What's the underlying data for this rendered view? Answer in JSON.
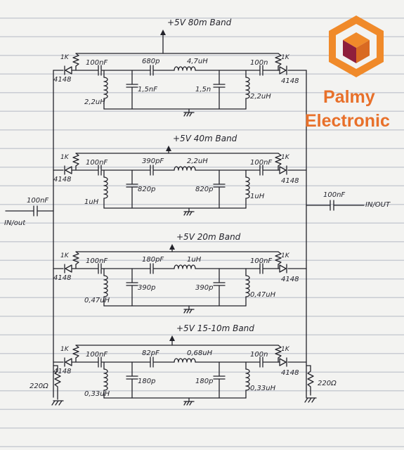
{
  "bands": [
    {
      "title": "+5V 80m Band",
      "left_resistor": "1K",
      "left_diode": "4148",
      "left_cap": "100nF",
      "series_cap": "680p",
      "series_inductor": "4,7uH",
      "right_cap": "100n",
      "right_resistor": "1K",
      "right_diode": "4148",
      "shunt_left_inductor": "2,2uH",
      "shunt_left_cap": "1,5nF",
      "shunt_right_cap": "1,5n",
      "shunt_right_inductor": "2,2uH"
    },
    {
      "title": "+5V 40m Band",
      "left_resistor": "1K",
      "left_diode": "4148",
      "left_cap": "100nF",
      "series_cap": "390pF",
      "series_inductor": "2,2uH",
      "right_cap": "100nF",
      "right_resistor": "1K",
      "right_diode": "4148",
      "shunt_left_inductor": "1uH",
      "shunt_left_cap": "820p",
      "shunt_right_cap": "820p",
      "shunt_right_inductor": "1uH"
    },
    {
      "title": "+5V 20m Band",
      "left_resistor": "1K",
      "left_diode": "4148",
      "left_cap": "100nF",
      "series_cap": "180pF",
      "series_inductor": "1uH",
      "right_cap": "100nF",
      "right_resistor": "1K",
      "right_diode": "4148",
      "shunt_left_inductor": "0,47uH",
      "shunt_left_cap": "390p",
      "shunt_right_cap": "390p",
      "shunt_right_inductor": "0,47uH"
    },
    {
      "title": "+5V 15-10m Band",
      "left_resistor": "1K",
      "left_diode": "4148",
      "left_cap": "100nF",
      "series_cap": "82pF",
      "series_inductor": "0,68uH",
      "right_cap": "100n",
      "right_resistor": "1K",
      "right_diode": "4148",
      "shunt_left_inductor": "0,33uH",
      "shunt_left_cap": "180p",
      "shunt_right_cap": "180p",
      "shunt_right_inductor": "0,33uH"
    }
  ],
  "io_left": {
    "cap": "100nF",
    "label": "IN/out"
  },
  "io_right": {
    "cap": "100nF",
    "label": "IN/OUT"
  },
  "bias_left": "220Ω",
  "bias_right": "220Ω",
  "brand": {
    "line1": "Palmy",
    "line2": "Electronic",
    "color": "#e8702a",
    "logo_orange": "#f08a2a",
    "logo_maroon": "#8e1f3c"
  }
}
